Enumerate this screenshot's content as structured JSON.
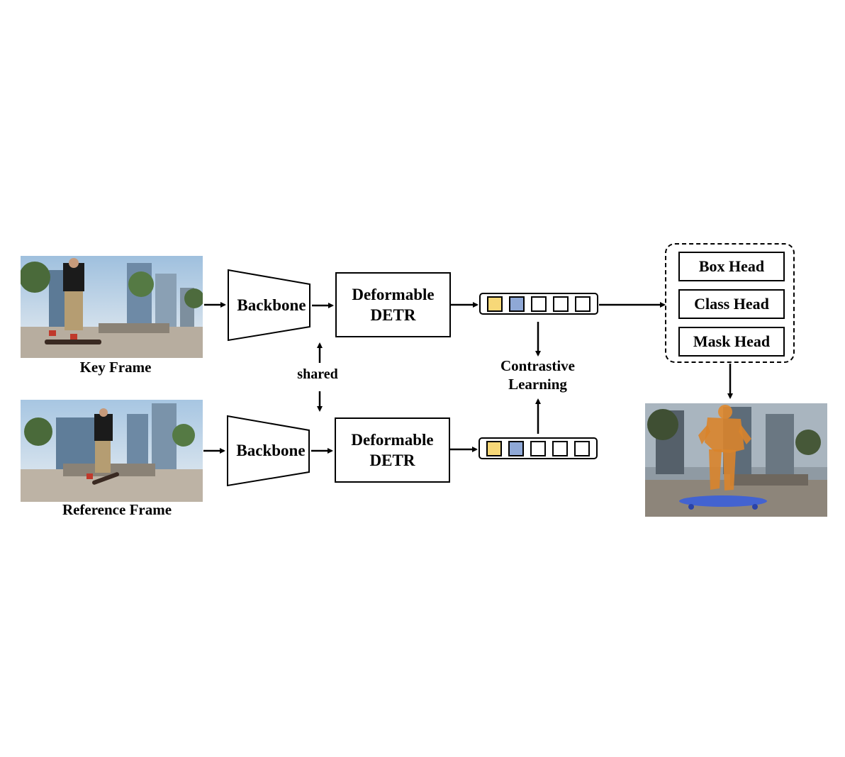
{
  "frames": {
    "key_label": "Key Frame",
    "reference_label": "Reference Frame"
  },
  "modules": {
    "backbone_top": "Backbone",
    "backbone_bottom": "Backbone",
    "detr_top_line1": "Deformable",
    "detr_top_line2": "DETR",
    "detr_bottom_line1": "Deformable",
    "detr_bottom_line2": "DETR"
  },
  "shared_label": "shared",
  "contrastive": {
    "line1": "Contrastive",
    "line2": "Learning"
  },
  "heads": [
    "Box Head",
    "Class Head",
    "Mask Head"
  ],
  "query_colors": [
    "#f7d878",
    "#8fa8d6",
    "#ffffff",
    "#ffffff",
    "#ffffff"
  ]
}
